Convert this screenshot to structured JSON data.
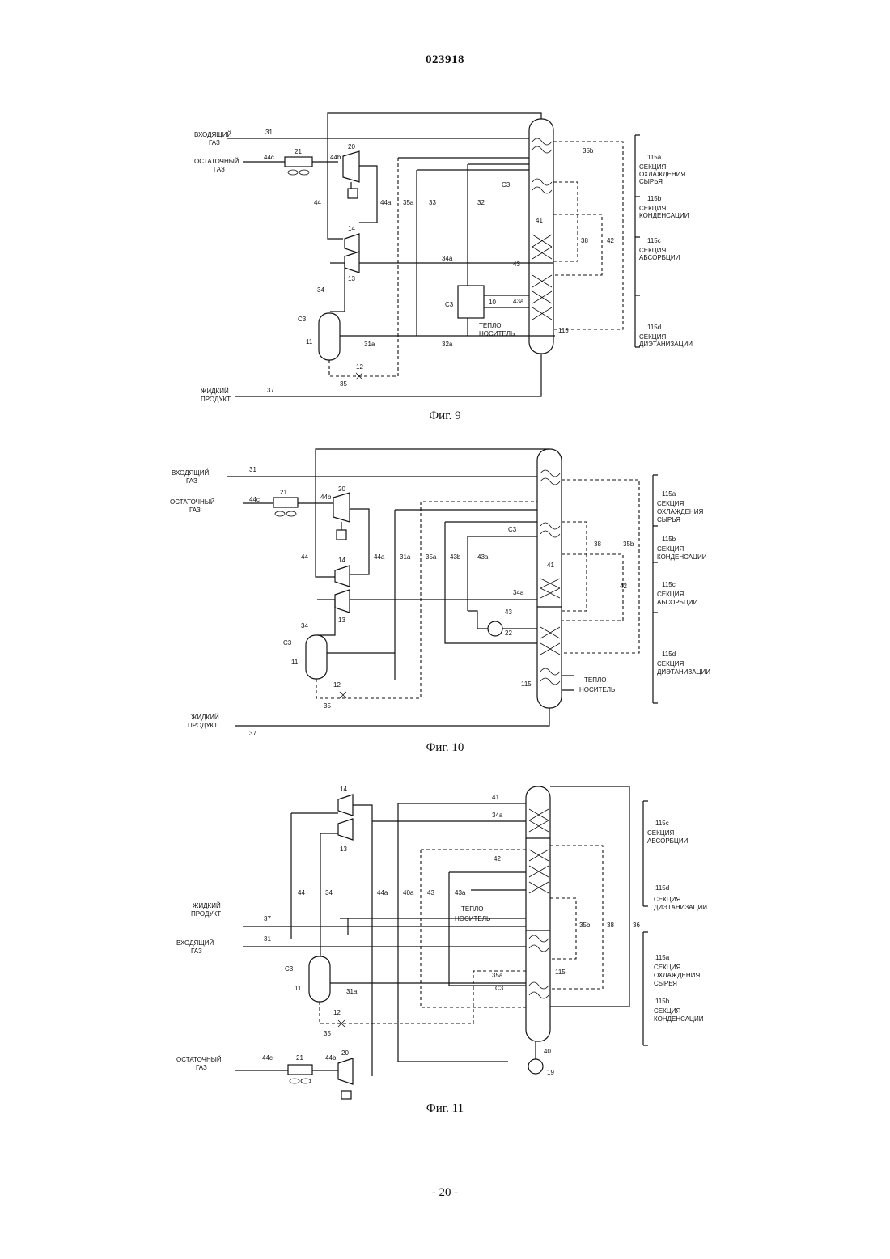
{
  "page_number": "023918",
  "page_footer": "- 20 -",
  "figures": [
    {
      "caption": "Фиг. 9",
      "streams": {
        "inlet": "ВХОДЯЩИЙ",
        "inlet2": "ГАЗ",
        "residue": "ОСТАТОЧНЫЙ",
        "residue2": "ГАЗ",
        "liquid": "ЖИДКИЙ",
        "liquid2": "ПРОДУКТ",
        "heat": "ТЕПЛО",
        "heat2": "НОСИТЕЛЬ"
      },
      "sections": {
        "s1_code": "115a",
        "s1_a": "СЕКЦИЯ",
        "s1_b": "ОХЛАЖДЕНИЯ",
        "s1_c": "СЫРЬЯ",
        "s2_code": "115b",
        "s2_a": "СЕКЦИЯ",
        "s2_b": "КОНДЕНСАЦИИ",
        "s3_code": "115c",
        "s3_a": "СЕКЦИЯ",
        "s3_b": "АБСОРБЦИИ",
        "s4_code": "115d",
        "s4_a": "СЕКЦИЯ",
        "s4_b": "ДИЭТАНИЗАЦИИ"
      },
      "labels": {
        "n31": "31",
        "n44c": "44c",
        "n21": "21",
        "n44b": "44b",
        "n20": "20",
        "n44": "44",
        "n44a": "44a",
        "n14": "14",
        "n13": "13",
        "n34": "34",
        "n35a": "35a",
        "n33": "33",
        "n32": "32",
        "n35b": "35b",
        "n41": "41",
        "n38": "38",
        "n42": "42",
        "n43": "43",
        "n43a": "43a",
        "n34a": "34a",
        "n10": "10",
        "n11": "11",
        "n31a": "31a",
        "n32a": "32a",
        "n115": "115",
        "n12": "12",
        "n35": "35",
        "n37": "37",
        "c3a": "C3",
        "c3b": "C3",
        "c3c": "C3"
      }
    },
    {
      "caption": "Фиг. 10",
      "streams": {
        "inlet": "ВХОДЯЩИЙ",
        "inlet2": "ГАЗ",
        "residue": "ОСТАТОЧНЫЙ",
        "residue2": "ГАЗ",
        "liquid": "ЖИДКИЙ",
        "liquid2": "ПРОДУКТ",
        "heat": "ТЕПЛО",
        "heat2": "НОСИТЕЛЬ"
      },
      "sections": {
        "s1_code": "115a",
        "s1_a": "СЕКЦИЯ",
        "s1_b": "ОХЛАЖДЕНИЯ",
        "s1_c": "СЫРЬЯ",
        "s2_code": "115b",
        "s2_a": "СЕКЦИЯ",
        "s2_b": "КОНДЕНСАЦИИ",
        "s3_code": "115c",
        "s3_a": "СЕКЦИЯ",
        "s3_b": "АБСОРБЦИИ",
        "s4_code": "115d",
        "s4_a": "СЕКЦИЯ",
        "s4_b": "ДИЭТАНИЗАЦИИ"
      },
      "labels": {
        "n31": "31",
        "n44c": "44c",
        "n21": "21",
        "n44b": "44b",
        "n20": "20",
        "n44": "44",
        "n44a": "44a",
        "n14": "14",
        "n13": "13",
        "n31a": "31a",
        "n35a": "35a",
        "n43b": "43b",
        "n43a": "43a",
        "n38": "38",
        "n35b": "35b",
        "n41": "41",
        "n42": "42",
        "n34a": "34a",
        "n43": "43",
        "n22": "22",
        "n34": "34",
        "n11": "11",
        "n12": "12",
        "n35": "35",
        "n115": "115",
        "n37": "37",
        "c3a": "C3",
        "c3b": "C3"
      }
    },
    {
      "caption": "Фиг. 11",
      "streams": {
        "inlet": "ВХОДЯЩИЙ",
        "inlet2": "ГАЗ",
        "residue": "ОСТАТОЧНЫЙ",
        "residue2": "ГАЗ",
        "liquid": "ЖИДКИЙ",
        "liquid2": "ПРОДУКТ",
        "heat": "ТЕПЛО",
        "heat2": "НОСИТЕЛЬ"
      },
      "sections": {
        "s3_code": "115c",
        "s3_a": "СЕКЦИЯ",
        "s3_b": "АБСОРБЦИИ",
        "s4_code": "115d",
        "s4_a": "СЕКЦИЯ",
        "s4_b": "ДИЭТАНИЗАЦИИ",
        "s1_code": "115a",
        "s1_a": "СЕКЦИЯ",
        "s1_b": "ОХЛАЖДЕНИЯ",
        "s1_c": "СЫРЬЯ",
        "s2_code": "115b",
        "s2_a": "СЕКЦИЯ",
        "s2_b": "КОНДЕНСАЦИИ"
      },
      "labels": {
        "n14": "14",
        "n13": "13",
        "n41": "41",
        "n34a": "34a",
        "n42": "42",
        "n44": "44",
        "n34": "34",
        "n44a": "44a",
        "n40a": "40a",
        "n43": "43",
        "n43a": "43a",
        "n35b": "35b",
        "n38": "38",
        "n36": "36",
        "n37": "37",
        "n31": "31",
        "n11": "11",
        "n31a": "31a",
        "n35a": "35a",
        "n115": "115",
        "n12": "12",
        "n35": "35",
        "n44c": "44c",
        "n21": "21",
        "n44b": "44b",
        "n20": "20",
        "n40": "40",
        "n19": "19",
        "c3a": "C3",
        "c3b": "C3"
      }
    }
  ]
}
